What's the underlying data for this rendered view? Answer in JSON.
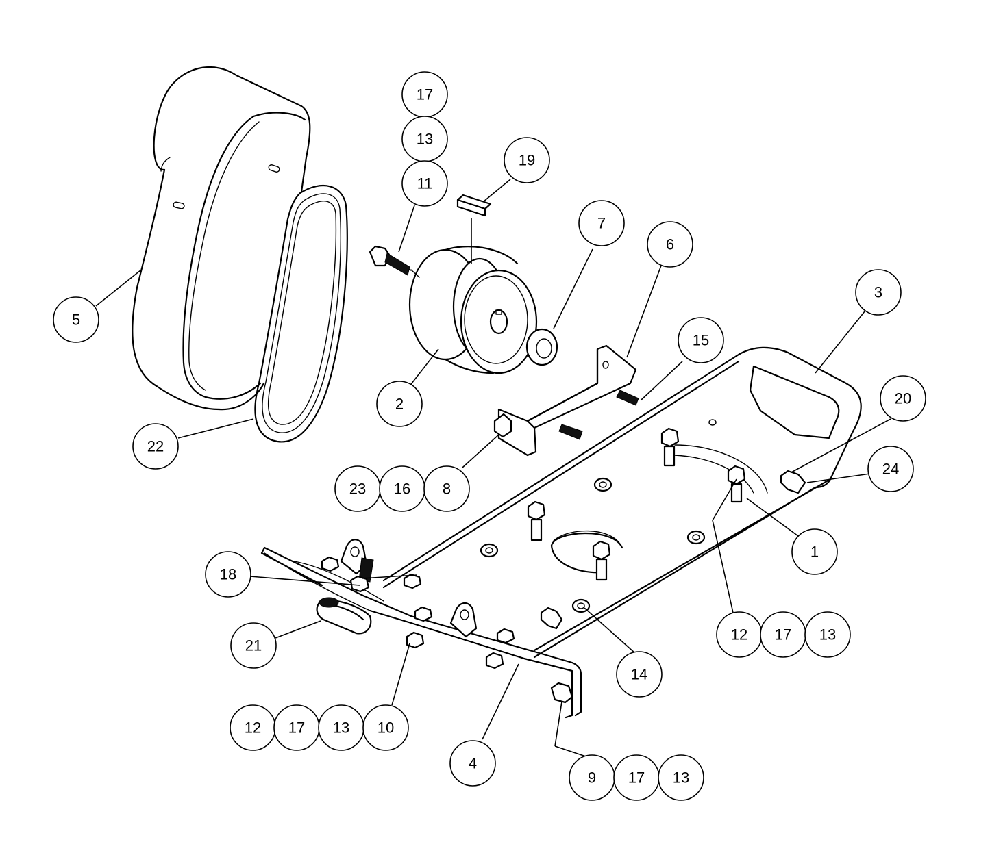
{
  "balloons": [
    {
      "id": "b17a",
      "label": "17"
    },
    {
      "id": "b13a",
      "label": "13"
    },
    {
      "id": "b11",
      "label": "11"
    },
    {
      "id": "b19",
      "label": "19"
    },
    {
      "id": "b7",
      "label": "7"
    },
    {
      "id": "b6",
      "label": "6"
    },
    {
      "id": "b15",
      "label": "15"
    },
    {
      "id": "b3",
      "label": "3"
    },
    {
      "id": "b20",
      "label": "20"
    },
    {
      "id": "b24",
      "label": "24"
    },
    {
      "id": "b5",
      "label": "5"
    },
    {
      "id": "b2",
      "label": "2"
    },
    {
      "id": "b22",
      "label": "22"
    },
    {
      "id": "b23",
      "label": "23"
    },
    {
      "id": "b16",
      "label": "16"
    },
    {
      "id": "b8",
      "label": "8"
    },
    {
      "id": "b1",
      "label": "1"
    },
    {
      "id": "b18",
      "label": "18"
    },
    {
      "id": "b21",
      "label": "21"
    },
    {
      "id": "b14",
      "label": "14"
    },
    {
      "id": "b12a",
      "label": "12"
    },
    {
      "id": "b17b",
      "label": "17"
    },
    {
      "id": "b13b",
      "label": "13"
    },
    {
      "id": "b12b",
      "label": "12"
    },
    {
      "id": "b17c",
      "label": "17"
    },
    {
      "id": "b13c",
      "label": "13"
    },
    {
      "id": "b10",
      "label": "10"
    },
    {
      "id": "b4",
      "label": "4"
    },
    {
      "id": "b9",
      "label": "9"
    },
    {
      "id": "b17d",
      "label": "17"
    },
    {
      "id": "b13d",
      "label": "13"
    }
  ]
}
